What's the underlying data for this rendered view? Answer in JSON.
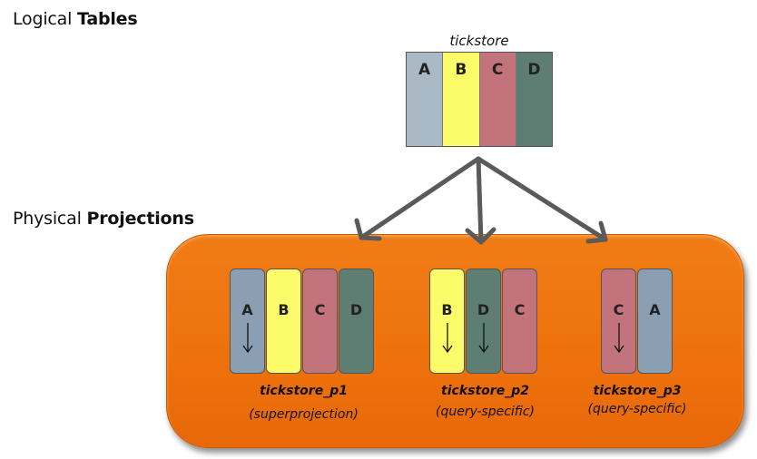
{
  "headings": {
    "logical_prefix": "Logical ",
    "logical_bold": "Tables",
    "physical_prefix": "Physical ",
    "physical_bold": "Projections"
  },
  "logical_table": {
    "name": "tickstore",
    "columns": [
      {
        "label": "A",
        "color": "#a9bac6"
      },
      {
        "label": "B",
        "color": "#fcfc6a"
      },
      {
        "label": "C",
        "color": "#c2737c"
      },
      {
        "label": "D",
        "color": "#5e7e74"
      }
    ]
  },
  "projections": [
    {
      "name": "tickstore_p1",
      "type": "(superprojection)",
      "columns": [
        {
          "label": "A",
          "color": "#8a9fb2",
          "sorted": true
        },
        {
          "label": "B",
          "color": "#fcfc6a",
          "sorted": false
        },
        {
          "label": "C",
          "color": "#c2737c",
          "sorted": false
        },
        {
          "label": "D",
          "color": "#5e7e74",
          "sorted": false
        }
      ]
    },
    {
      "name": "tickstore_p2",
      "type": "(query-specific)",
      "columns": [
        {
          "label": "B",
          "color": "#fcfc6a",
          "sorted": true
        },
        {
          "label": "D",
          "color": "#5e7e74",
          "sorted": true
        },
        {
          "label": "C",
          "color": "#c2737c",
          "sorted": false
        }
      ]
    },
    {
      "name": "tickstore_p3",
      "type": "(query-specific)",
      "columns": [
        {
          "label": "C",
          "color": "#c2737c",
          "sorted": true
        },
        {
          "label": "A",
          "color": "#8a9fb2",
          "sorted": false
        }
      ]
    }
  ],
  "colors": {
    "panel": "#ee720c",
    "arrow": "#5a5a5a"
  }
}
